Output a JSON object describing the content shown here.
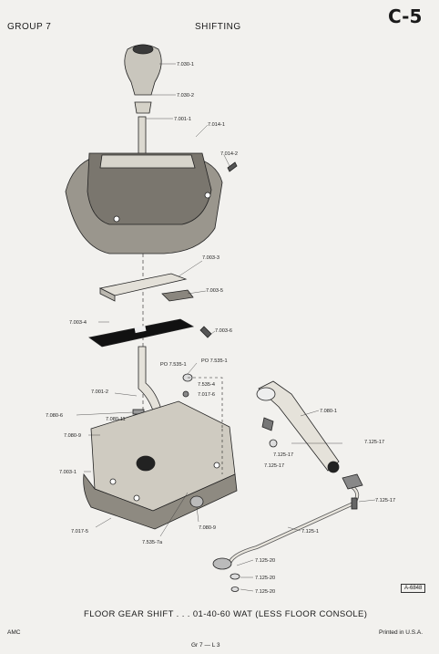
{
  "header": {
    "group": "GROUP 7",
    "section": "SHIFTING",
    "page_code": "C-5"
  },
  "part_labels": {
    "p7030_1": "7.030-1",
    "p7030_2": "7.030-2",
    "p7001_1": "7.001-1",
    "p7014_1": "7.014-1",
    "p7014_2": "7.014-2",
    "p7003_3": "7.003-3",
    "p7003_5": "7.003-5",
    "p7003_4": "7.003-4",
    "p7003_6": "7.003-6",
    "po7535_1a": "PO 7.535-1",
    "po7535_1b": "PO 7.535-1",
    "p7535_4": "7.535-4",
    "p7017_6": "7.017-6",
    "p7001_2": "7.001-2",
    "p7080_6": "7.080-6",
    "p7080_11": "7.080-11",
    "p7080_9a": "7.080-9",
    "p7003_1": "7.003-1",
    "p7017_5": "7.017-5",
    "p7535_7a": "7.535-7a",
    "p7080_9b": "7.080-9",
    "p7080_1": "7.080-1",
    "p7125_17a": "7.125-17",
    "p7125_17b": "7.125-17",
    "p7125_17c": "7.125-17",
    "p7125_17d": "7.125-17",
    "p7125_1": "7.125-1",
    "p7125_20a": "7.125-20",
    "p7125_20b": "7.125-20",
    "p7125_20c": "7.125-20"
  },
  "reference_number": "A-6848",
  "caption": "FLOOR GEAR SHIFT . . . 01-40-60 WAT (LESS FLOOR CONSOLE)",
  "footer": {
    "left": "AMC",
    "center": "Gr 7 — L 3",
    "right": "Printed  in U.S.A."
  }
}
